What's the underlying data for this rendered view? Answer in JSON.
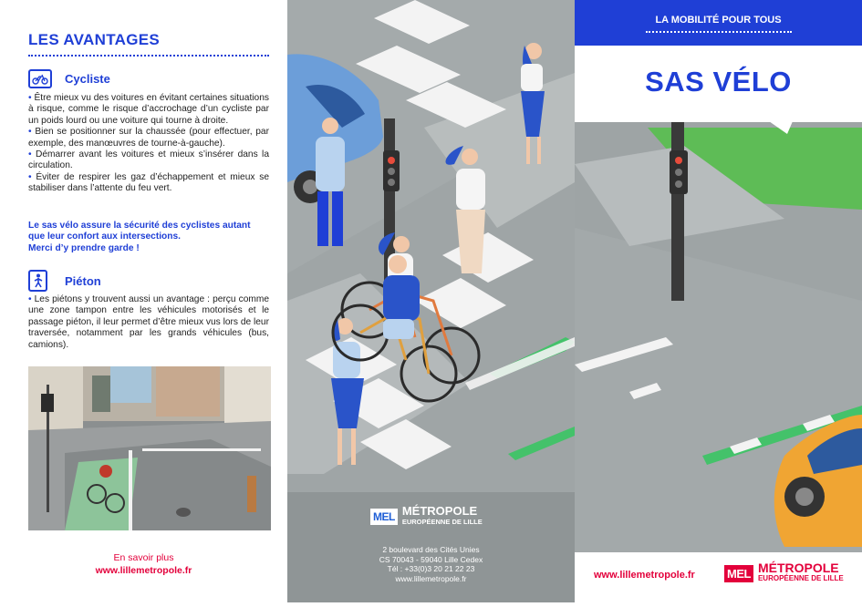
{
  "left": {
    "title": "LES AVANTAGES",
    "cyclist": {
      "icon": "bicycle-icon",
      "label": "Cycliste",
      "bullets": [
        "Être mieux vu des voitures en évitant certaines situations à risque, comme le risque d’accrochage d’un cycliste par un poids lourd ou une voiture qui tourne à droite.",
        "Bien se positionner sur la chaussée (pour effectuer, par exemple, des manœuvres de tourne-à-gauche).",
        "Démarrer avant les voitures et mieux s’insérer dans la circulation.",
        "Éviter de respirer les gaz d’échappement et mieux se stabiliser dans l’attente du feu vert."
      ]
    },
    "highlight_line1": "Le sas vélo assure la sécurité des cyclistes autant",
    "highlight_line2": "que leur confort aux intersections.",
    "highlight_line3": "Merci d’y prendre garde !",
    "pedestrian": {
      "icon": "pedestrian-icon",
      "label": "Piéton",
      "bullets": [
        "Les piétons y trouvent aussi un avantage : perçu comme une zone tampon entre les véhicules motorisés et le passage piéton, il leur permet d’être mieux vus lors de leur traversée, notamment par les grands véhicules (bus, camions)."
      ]
    },
    "more_info": "En savoir plus",
    "website": "www.lillemetropole.fr"
  },
  "middle": {
    "logo_mark": "MEL",
    "logo_name": "MÉTROPOLE",
    "logo_sub": "EUROPÉENNE DE LILLE",
    "address_lines": [
      "2 boulevard des Cités Unies",
      "CS 70043 - 59040 Lille Cedex",
      "Tél : +33(0)3 20 21 22 23",
      "www.lillemetropole.fr"
    ]
  },
  "right": {
    "banner": "LA MOBILITÉ POUR TOUS",
    "title": "SAS VÉLO",
    "website": "www.lillemetropole.fr",
    "logo_mark": "MEL",
    "logo_name": "MÉTROPOLE",
    "logo_sub": "EUROPÉENNE DE LILLE"
  },
  "colors": {
    "brand_blue": "#1f3fd6",
    "brand_red": "#e3003b",
    "road_gray": "#9fa5a6",
    "bike_lane_green": "#44c26a"
  }
}
